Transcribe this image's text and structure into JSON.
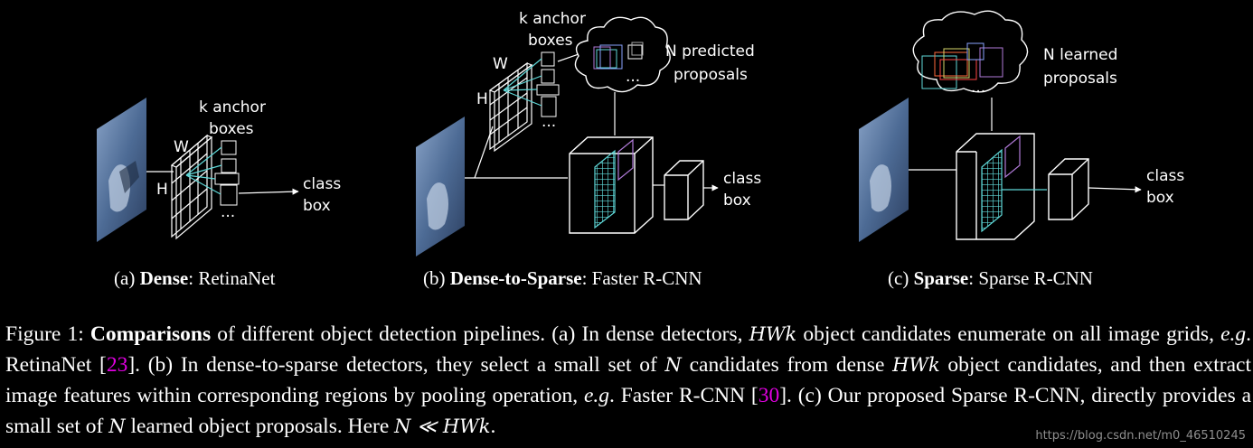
{
  "panels": {
    "a": {
      "caption_prefix": "(a)",
      "caption_bold": "Dense",
      "caption_rest": ": RetinaNet",
      "anchor_label_1": "k anchor",
      "anchor_label_2": "boxes",
      "w_label": "W",
      "h_label": "H",
      "dots": "...",
      "out_1": "class",
      "out_2": "box"
    },
    "b": {
      "caption_prefix": "(b)",
      "caption_bold": "Dense-to-Sparse",
      "caption_rest": ": Faster R-CNN",
      "anchor_label_1": "k anchor",
      "anchor_label_2": "boxes",
      "w_label": "W",
      "h_label": "H",
      "dots": "...",
      "cloud_dots": "...",
      "proposals_1": "N predicted",
      "proposals_2": "proposals",
      "out_1": "class",
      "out_2": "box"
    },
    "c": {
      "caption_prefix": "(c)",
      "caption_bold": "Sparse",
      "caption_rest": ": Sparse R-CNN",
      "cloud_dots": "...",
      "proposals_1": "N learned",
      "proposals_2": "proposals",
      "out_1": "class",
      "out_2": "box"
    }
  },
  "caption": {
    "fig_label": "Figure 1:",
    "bold": "Comparisons",
    "t1": " of different object detection pipelines.  (a) In dense detectors, ",
    "m_hwk": "HWk",
    "t2": " object candidates enumerate on all image grids, ",
    "eg": "e.g",
    "t3": ". RetinaNet [",
    "ref1": "23",
    "t4": "].  (b) In dense-to-sparse detectors, they select a small set of ",
    "m_n": "N",
    "t5": " candidates from dense ",
    "t6": " object candidates, and then extract image features within corresponding regions by pooling operation, ",
    "t7": ". Faster R-CNN [",
    "ref2": "30",
    "t8": "].  (c) Our proposed Sparse R-CNN, directly provides a small set of ",
    "t9": " learned object proposals. Here ",
    "m_rel": "N ≪ HWk",
    "t10": "."
  },
  "watermark": "https://blog.csdn.net/m0_46510245",
  "colors": {
    "background": "#000000",
    "grid_cyan": "#5fd8d8",
    "ref_magenta": "#e000e0",
    "roi_purple": "#b07ad8"
  }
}
